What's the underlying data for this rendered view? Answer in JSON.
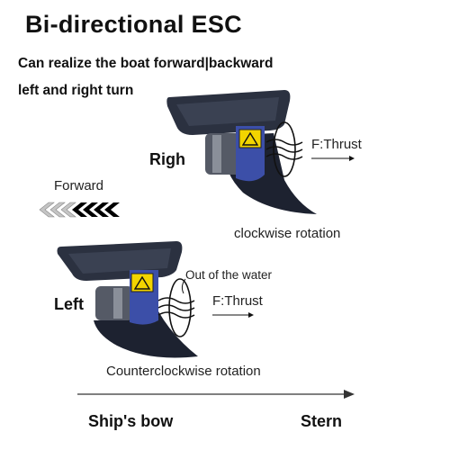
{
  "title": "Bi-directional ESC",
  "subtitle_line1": "Can realize the boat forward|backward",
  "subtitle_line2": "left and right turn",
  "right_unit": {
    "side_label": "Righ",
    "thrust_label": "F:Thrust",
    "rotation_label": "clockwise rotation"
  },
  "left_unit": {
    "side_label": "Left",
    "water_note": "Out of the water",
    "thrust_label": "F:Thrust",
    "rotation_label": "Counterclockwise rotation"
  },
  "forward": {
    "label": "Forward"
  },
  "bottom_axis": {
    "bow_label": "Ship's bow",
    "stern_label": "Stern"
  },
  "colors": {
    "fin": "#1d2230",
    "mount": "#2b3140",
    "motor_housing": "#3c4fa8",
    "warning_sticker": "#f2d400",
    "arrow_dark": "#000000",
    "arrow_light": "#bbbbbb"
  }
}
